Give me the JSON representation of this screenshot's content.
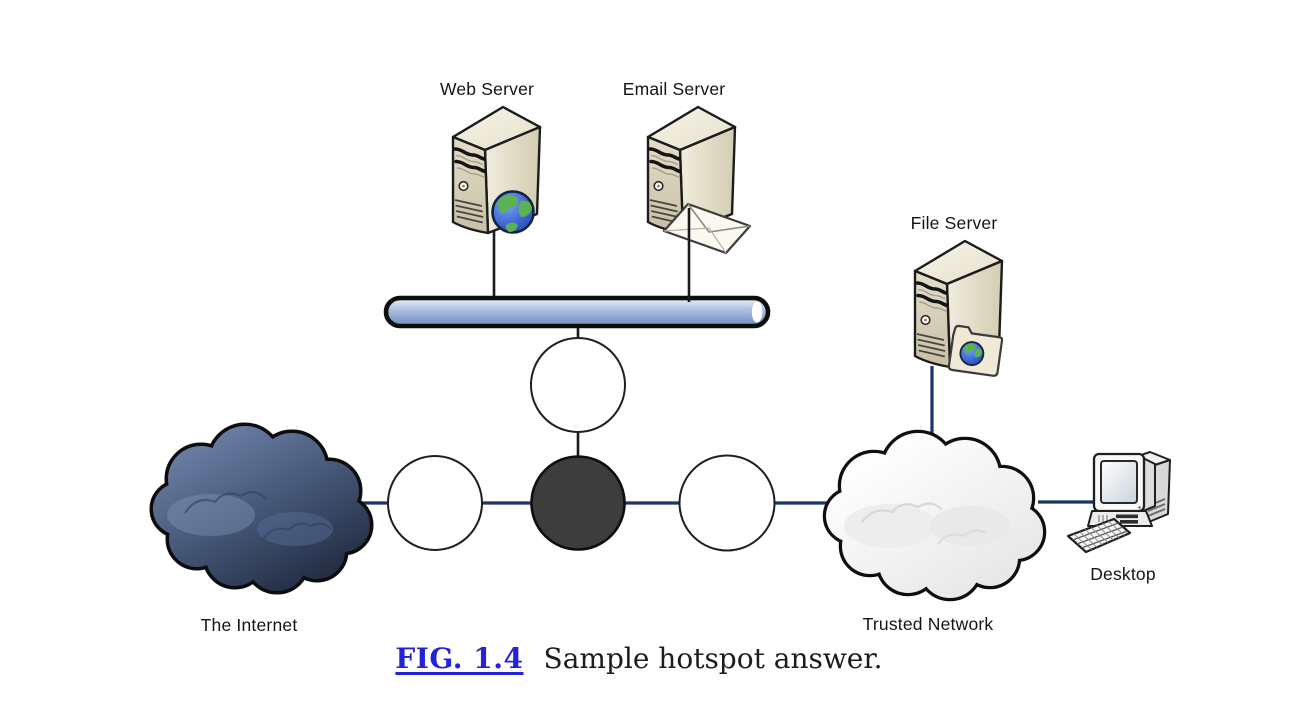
{
  "figure": {
    "caption": {
      "fig_label": "FIG. 1.4",
      "title": "Sample hotspot answer."
    },
    "nodes": [
      {
        "id": "web-server",
        "label": "Web Server",
        "icon": "tower-server-globe-icon"
      },
      {
        "id": "email-server",
        "label": "Email Server",
        "icon": "tower-server-envelope-icon"
      },
      {
        "id": "file-server",
        "label": "File Server",
        "icon": "tower-server-folder-icon"
      },
      {
        "id": "desktop",
        "label": "Desktop",
        "icon": "desktop-computer-icon"
      },
      {
        "id": "internet",
        "label": "The Internet",
        "icon": "dark-cloud-icon"
      },
      {
        "id": "trusted-network",
        "label": "Trusted Network",
        "icon": "light-cloud-icon"
      },
      {
        "id": "lan-segment",
        "label": "",
        "icon": "ethernet-bus-icon"
      }
    ],
    "hotspots": [
      {
        "id": "hotspot-below-lan",
        "selected": false
      },
      {
        "id": "hotspot-internet-side",
        "selected": false
      },
      {
        "id": "hotspot-center",
        "selected": true
      },
      {
        "id": "hotspot-trusted-side",
        "selected": false
      }
    ],
    "colors": {
      "selected_hotspot": "#3d3d3d",
      "hotspot_unselected": "#ffffff",
      "connector_navy": "#1e3468",
      "connector_black": "#1a1a1a",
      "bus_blue_light": "#dce4f2",
      "bus_blue_dark": "#748cbe",
      "internet_cloud_top": "#6e82a8",
      "internet_cloud_bottom": "#222c42",
      "fig_link_blue": "#2323d9"
    }
  }
}
